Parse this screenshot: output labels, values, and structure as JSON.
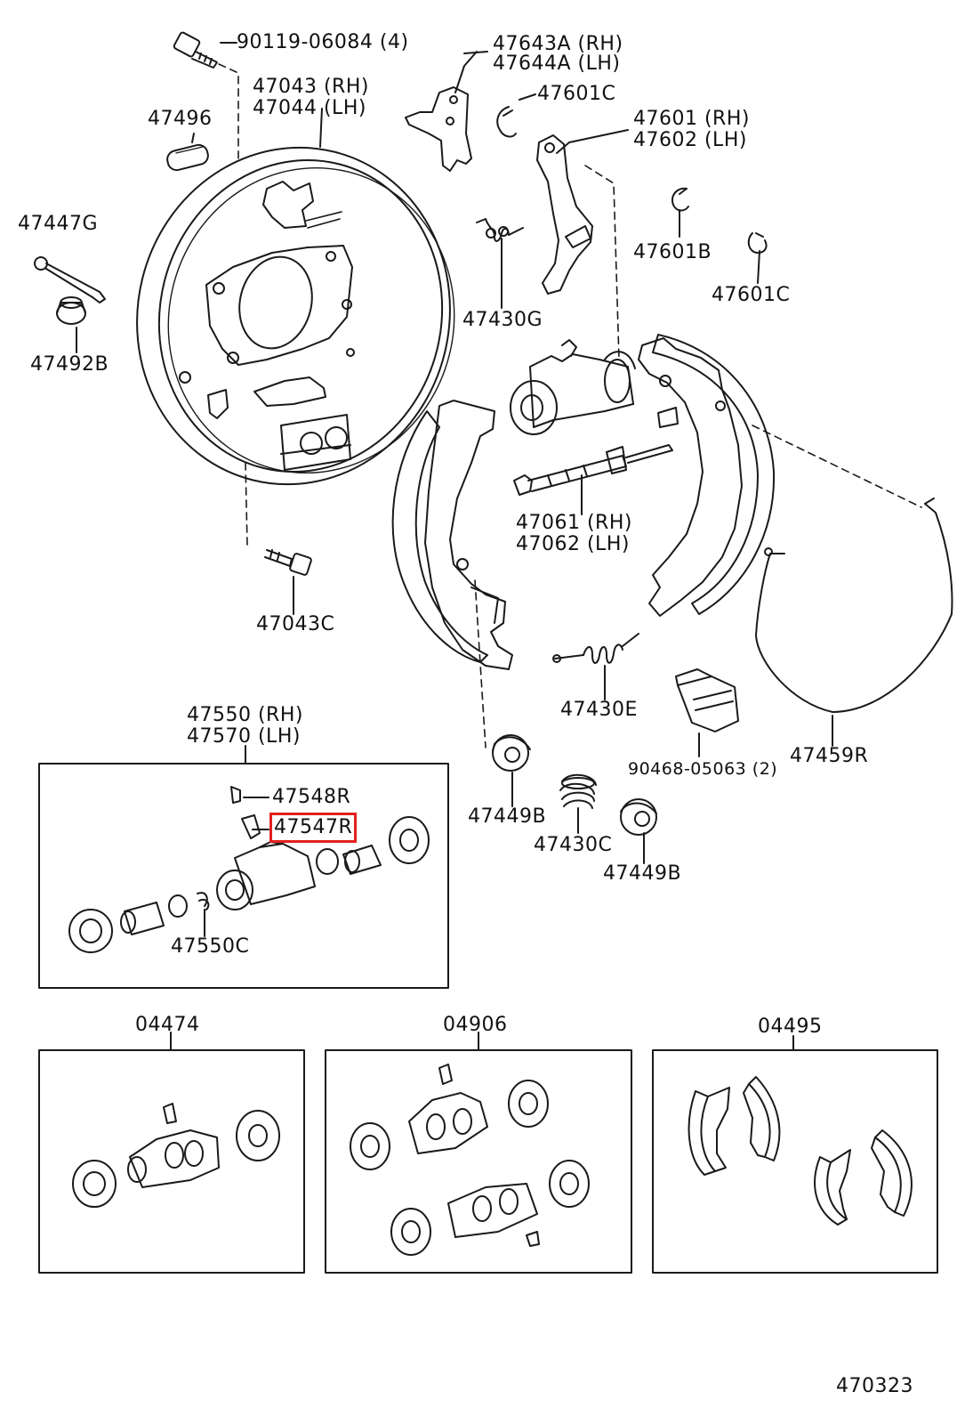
{
  "diagram": {
    "reference_number": "470323",
    "highlight_color": "#e0201e",
    "labels": {
      "bolt_top": "90119-06084 (4)",
      "backing_plate_rh": "47043 (RH)",
      "backing_plate_lh": "47044 (LH)",
      "hole_plug": "47496",
      "pin": "47447G",
      "pin_cup": "47492B",
      "lever_rh": "47643A (RH)",
      "lever_lh": "47644A (LH)",
      "clip_top": "47601C",
      "adjust_lever_rh": "47601 (RH)",
      "adjust_lever_lh": "47602 (LH)",
      "clip_b": "47601B",
      "clip_c": "47601C",
      "spring_g": "47430G",
      "strut_rh": "47061 (RH)",
      "strut_lh": "47062 (LH)",
      "bolt_c": "47043C",
      "spring_e": "47430E",
      "clip_90468": "90468-05063 (2)",
      "cable": "47459R",
      "retainer_a": "47449B",
      "spring_c": "47430C",
      "retainer_b": "47449B",
      "cylinder_rh": "47550 (RH)",
      "cylinder_lh": "47570 (LH)",
      "bleeder_cap": "47548R",
      "bleeder_plug": "47547R",
      "cylinder_spring": "47550C",
      "kit_04474": "04474",
      "kit_04906": "04906",
      "kit_04495": "04495"
    }
  }
}
